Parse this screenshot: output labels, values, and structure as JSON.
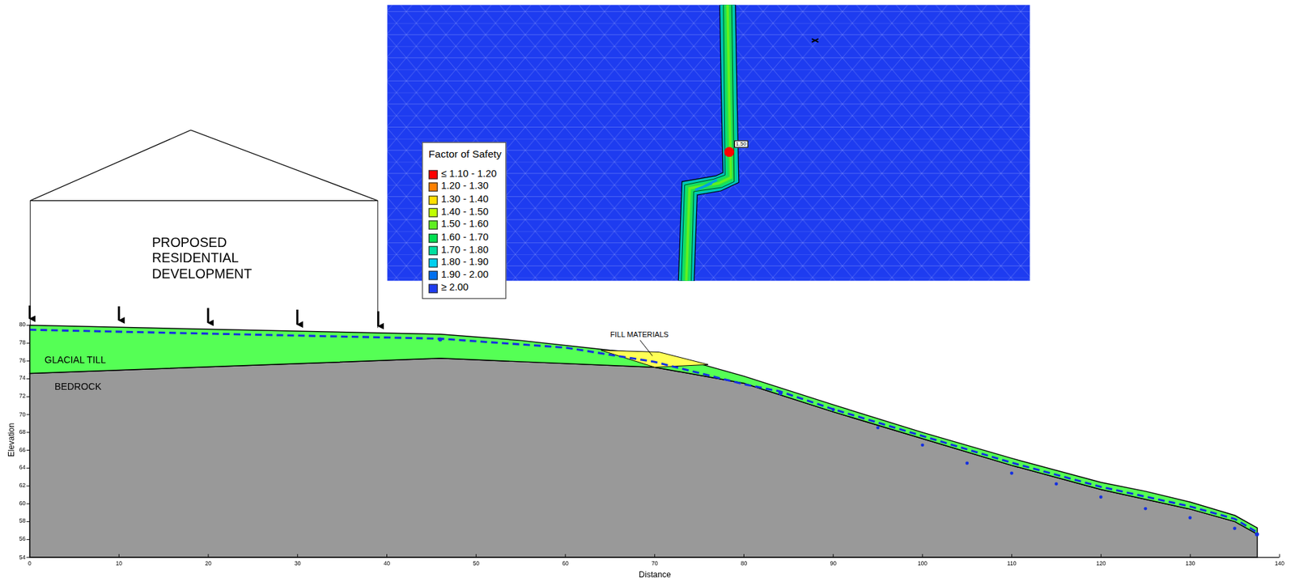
{
  "diagram": {
    "nodes": [
      {
        "text": [
          "PROPOSED RESIDENTIAL DEVELOPMENT"
        ]
      },
      {
        "text": [
          "GLACIAL TILL"
        ]
      },
      {
        "text": [
          "BEDROCK"
        ]
      }
    ],
    "labels": [
      "54",
      "56",
      "58",
      "60",
      "62",
      "64",
      "66",
      "68",
      "70",
      "72",
      "74",
      "76",
      "78",
      "80",
      "0",
      "10",
      "20",
      "30",
      "40",
      "50",
      "60",
      "70",
      "80",
      "90",
      "100",
      "110",
      "120",
      "130",
      "140",
      "Elevation",
      "Distance",
      "FILL MATERIALS",
      "1.50",
      "Factor of Safety"
    ],
    "legend": [
      {
        "text": "≤ 1.10 - 1.20",
        "color": "#ff0000"
      },
      {
        "text": "1.20 - 1.30",
        "color": "#ff8000"
      },
      {
        "text": "1.30 - 1.40",
        "color": "#ffe000"
      },
      {
        "text": "1.40 - 1.50",
        "color": "#c0ff00"
      },
      {
        "text": "1.50 - 1.60",
        "color": "#60f020"
      },
      {
        "text": "1.60 - 1.70",
        "color": "#00e050"
      },
      {
        "text": "1.70 - 1.80",
        "color": "#00e0a0"
      },
      {
        "text": "1.80 - 1.90",
        "color": "#00d0f0"
      },
      {
        "text": "1.90 - 2.00",
        "color": "#0070f0"
      },
      {
        "text": "≥ 2.00",
        "color": "#1e3cf0"
      }
    ]
  }
}
